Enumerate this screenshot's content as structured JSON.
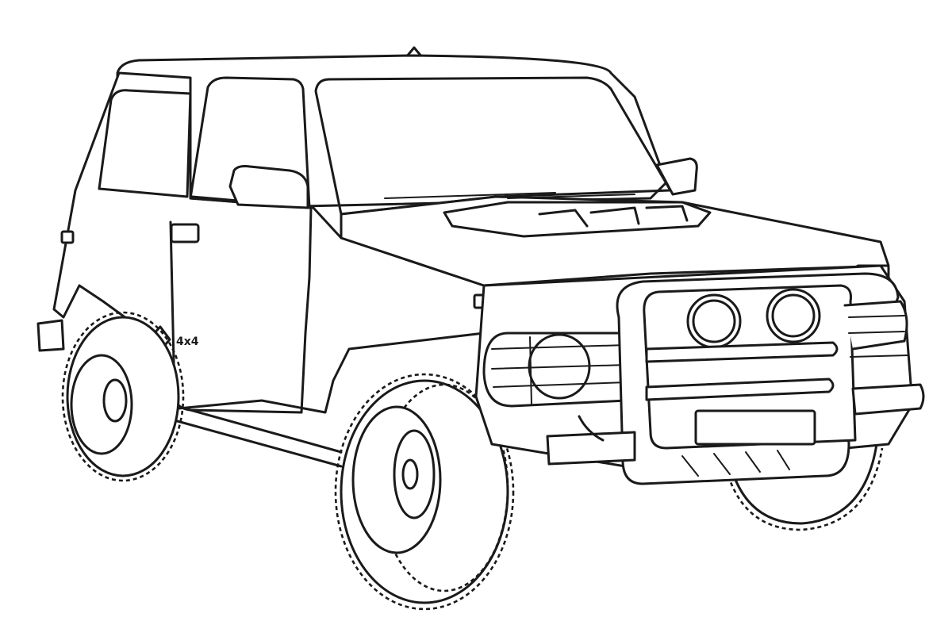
{
  "image": {
    "subject": "Off-road SUV line-art coloring page",
    "background_color": "#ffffff",
    "line_color": "#1a1a1a"
  },
  "vehicle": {
    "door_badge_text": "4x4",
    "license_plate_text": "",
    "headlights": 2,
    "auxiliary_round_lights": 2,
    "visible_wheels": 3
  }
}
